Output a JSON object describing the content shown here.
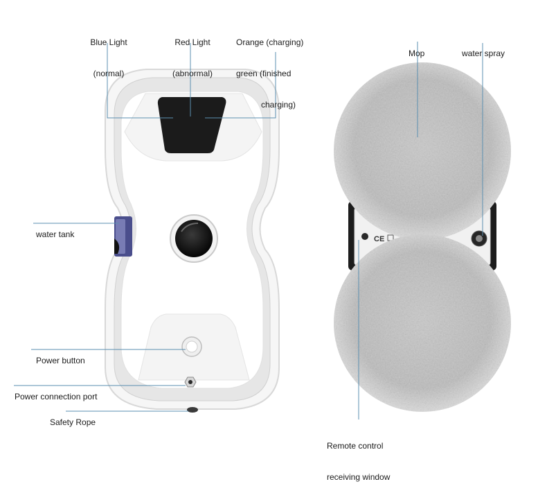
{
  "labels": {
    "blue_light": [
      "Blue Light",
      "(normal)"
    ],
    "red_light": [
      "Red Light",
      "(abnormal)"
    ],
    "orange_light": [
      "Orange (charging)",
      "green (finished",
      "charging)"
    ],
    "mop": "Mop",
    "water_spray": "water spray",
    "water_tank": "water tank",
    "power_button": "Power button",
    "power_port": "Power connection port",
    "safety_rope": "Safety Rope",
    "remote_window": [
      "Remote control",
      "receiving window"
    ]
  },
  "device_markings": {
    "ce": "CE"
  },
  "colors": {
    "leader_line": "#5b8fb0",
    "body_white": "#ffffff",
    "rim_grey": "#e3e3e3",
    "display_dark": "#1b1b1b",
    "mop_grey": "#bdbdbd",
    "water_tank_blue": "#4a4e8c"
  }
}
